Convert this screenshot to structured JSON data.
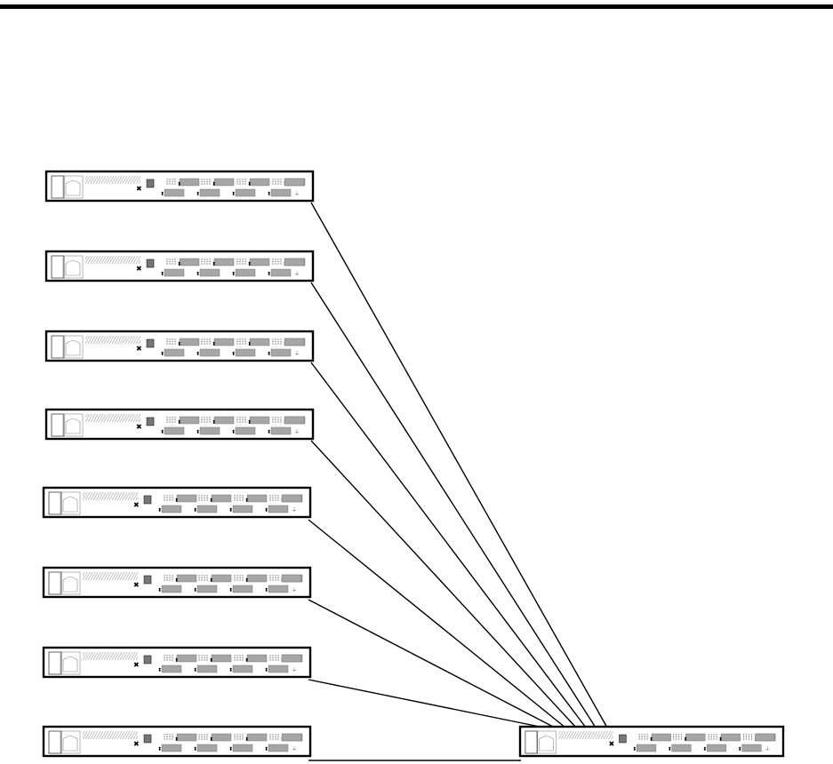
{
  "diagram": {
    "stroke_color": "#000000",
    "rack_fill": "#ffffff",
    "port_fill": "#a6a6a6",
    "hatch_color": "#bbbbbb",
    "stacked_switch_count": 8,
    "switches": [
      {
        "id": "switch-1",
        "role": "stack-member",
        "icon": "rack-switch-icon"
      },
      {
        "id": "switch-2",
        "role": "stack-member",
        "icon": "rack-switch-icon"
      },
      {
        "id": "switch-3",
        "role": "stack-member",
        "icon": "rack-switch-icon"
      },
      {
        "id": "switch-4",
        "role": "stack-member",
        "icon": "rack-switch-icon"
      },
      {
        "id": "switch-5",
        "role": "stack-member",
        "icon": "rack-switch-icon"
      },
      {
        "id": "switch-6",
        "role": "stack-member",
        "icon": "rack-switch-icon"
      },
      {
        "id": "switch-7",
        "role": "stack-member",
        "icon": "rack-switch-icon"
      },
      {
        "id": "switch-8",
        "role": "stack-member",
        "icon": "rack-switch-icon"
      },
      {
        "id": "core-switch",
        "role": "aggregation",
        "icon": "rack-switch-icon"
      }
    ],
    "links": [
      {
        "from": "switch-1",
        "to": "core-switch"
      },
      {
        "from": "switch-2",
        "to": "core-switch"
      },
      {
        "from": "switch-3",
        "to": "core-switch"
      },
      {
        "from": "switch-4",
        "to": "core-switch"
      },
      {
        "from": "switch-5",
        "to": "core-switch"
      },
      {
        "from": "switch-6",
        "to": "core-switch"
      },
      {
        "from": "switch-7",
        "to": "core-switch"
      },
      {
        "from": "switch-8",
        "to": "core-switch"
      }
    ]
  }
}
